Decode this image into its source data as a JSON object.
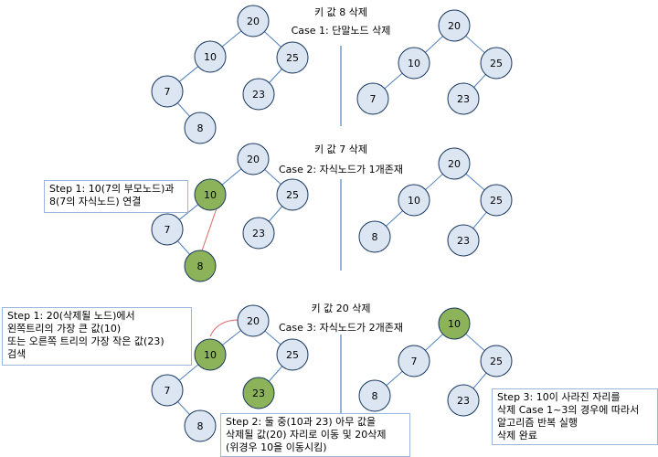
{
  "sections": [
    {
      "heading": "키 값 8 삭제",
      "case": "Case 1: 단말노드 삭제",
      "before": {
        "nodes": [
          {
            "id": "a",
            "label": "20"
          },
          {
            "id": "b",
            "label": "10"
          },
          {
            "id": "c",
            "label": "25"
          },
          {
            "id": "d",
            "label": "7"
          },
          {
            "id": "e",
            "label": "23"
          },
          {
            "id": "f",
            "label": "8"
          }
        ]
      },
      "after": {
        "nodes": [
          {
            "id": "a",
            "label": "20"
          },
          {
            "id": "b",
            "label": "10"
          },
          {
            "id": "c",
            "label": "25"
          },
          {
            "id": "d",
            "label": "7"
          },
          {
            "id": "e",
            "label": "23"
          }
        ]
      }
    },
    {
      "heading": "키 값 7 삭제",
      "case": "Case 2: 자식노드가 1개존재",
      "before": {
        "nodes": [
          {
            "id": "a",
            "label": "20"
          },
          {
            "id": "b",
            "label": "10",
            "highlight": true
          },
          {
            "id": "c",
            "label": "25"
          },
          {
            "id": "d",
            "label": "7"
          },
          {
            "id": "e",
            "label": "23"
          },
          {
            "id": "f",
            "label": "8",
            "highlight": true
          }
        ]
      },
      "after": {
        "nodes": [
          {
            "id": "a",
            "label": "20"
          },
          {
            "id": "b",
            "label": "10"
          },
          {
            "id": "c",
            "label": "25"
          },
          {
            "id": "d",
            "label": "8"
          },
          {
            "id": "e",
            "label": "23"
          }
        ]
      },
      "step": [
        "Step 1: 10(7의 부모노드)과",
        "8(7의 자식노드) 연결"
      ]
    },
    {
      "heading": "키 값 20 삭제",
      "case": "Case 3: 자식노드가 2개존재",
      "before": {
        "nodes": [
          {
            "id": "a",
            "label": "20"
          },
          {
            "id": "b",
            "label": "10",
            "highlight": true
          },
          {
            "id": "c",
            "label": "25"
          },
          {
            "id": "d",
            "label": "7"
          },
          {
            "id": "e",
            "label": "23",
            "highlight": true
          },
          {
            "id": "f",
            "label": "8"
          }
        ]
      },
      "after": {
        "nodes": [
          {
            "id": "a",
            "label": "10",
            "highlight": true
          },
          {
            "id": "b",
            "label": "7"
          },
          {
            "id": "c",
            "label": "25"
          },
          {
            "id": "d",
            "label": "8"
          },
          {
            "id": "e",
            "label": "23"
          }
        ]
      },
      "step1": [
        "Step 1: 20(삭제될 노드)에서",
        "왼쪽트리의 가장 큰 값(10)",
        "또는 오른쪽 트리의 가장 작은 값(23)",
        "검색"
      ],
      "step2": [
        "Step 2: 둘 중(10과 23) 아무 값을",
        "삭제될 값(20) 자리로 이동 및 20삭제",
        "(위경우 10을 이동시킴)"
      ],
      "step3": [
        "Step 3: 10이 사라진 자리를",
        "삭제 Case 1~3의 경우에 따라서",
        "알고리즘 반복 실행",
        "삭제 완료"
      ]
    }
  ]
}
